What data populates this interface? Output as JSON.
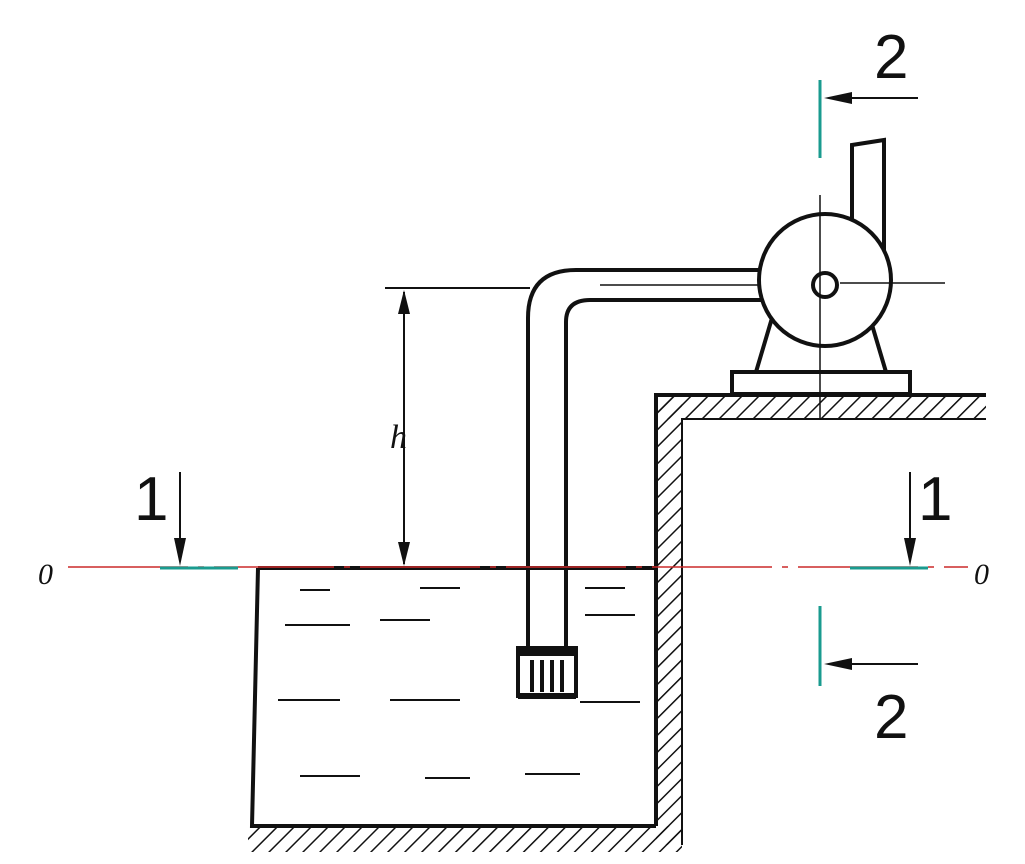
{
  "labels": {
    "datum_left": "0",
    "datum_right": "0",
    "section1_left": "1",
    "section1_right": "1",
    "section2_top": "2",
    "section2_bottom": "2",
    "height": "h"
  },
  "colors": {
    "ink": "#111111",
    "datum_line": "#cc2a2a",
    "section_line": "#1a9b8f"
  }
}
